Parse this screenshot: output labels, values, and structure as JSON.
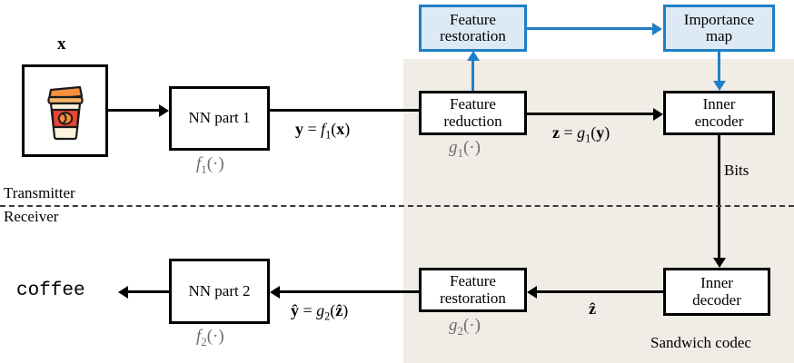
{
  "figure": {
    "title": "Sandwiched neural network split-computing codec pipeline",
    "colors": {
      "accent_blue": "#1f7fc4",
      "blue_fill": "#ddeaf6",
      "shade": "#f0ece6",
      "stroke": "#000000",
      "gray_text": "#6d6d6d"
    }
  },
  "boxes": {
    "nn_part1": "NN part 1",
    "nn_part2": "NN part 2",
    "feature_reduction_l1": "Feature",
    "feature_reduction_l2": "reduction",
    "feature_restoration_top_l1": "Feature",
    "feature_restoration_top_l2": "restoration",
    "feature_restoration_bottom_l1": "Feature",
    "feature_restoration_bottom_l2": "restoration",
    "importance_map_l1": "Importance",
    "importance_map_l2": "map",
    "inner_encoder_l1": "Inner",
    "inner_encoder_l2": "encoder",
    "inner_decoder_l1": "Inner",
    "inner_decoder_l2": "decoder"
  },
  "labels": {
    "input_symbol": "x",
    "output_text": "coffee",
    "f1_caption": "f₁(·)",
    "f2_caption": "f₂(·)",
    "g1_caption": "g₁(·)",
    "g2_caption": "g₂(·)",
    "y_equals_f1x": "y = f₁(x)",
    "z_equals_g1y": "z = g₁(y)",
    "yhat_equals_g2zhat": "ŷ = g₂(ẑ)",
    "zhat": "ẑ",
    "bits": "Bits",
    "transmitter": "Transmitter",
    "receiver": "Receiver",
    "sandwich_codec": "Sandwich codec"
  },
  "icons": {
    "input_image": "coffee-cup-icon"
  }
}
